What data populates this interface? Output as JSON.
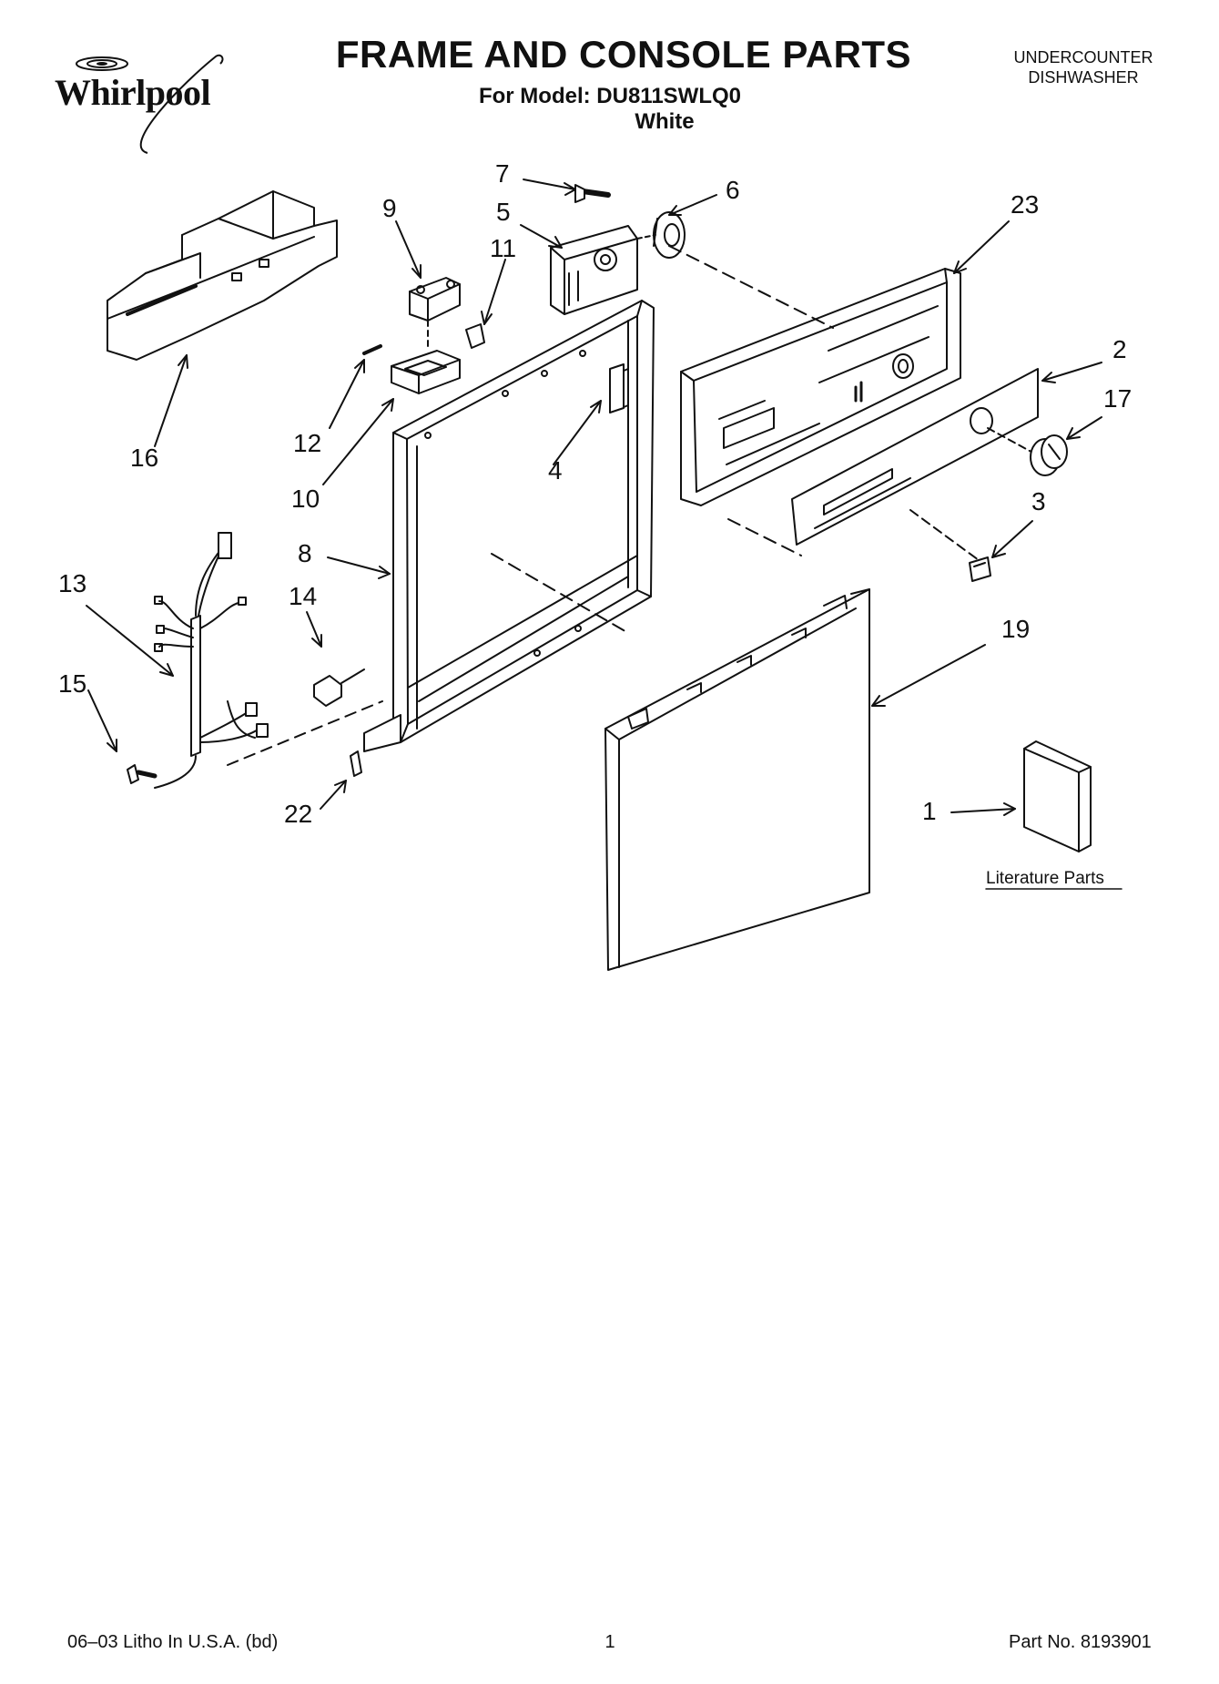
{
  "header": {
    "brand": "Whirlpool",
    "title": "FRAME AND CONSOLE PARTS",
    "model_line": "For Model: DU811SWLQ0",
    "color": "White",
    "appliance_line1": "UNDERCOUNTER",
    "appliance_line2": "DISHWASHER"
  },
  "callouts": {
    "c1": "1",
    "c2": "2",
    "c3": "3",
    "c4": "4",
    "c5": "5",
    "c6": "6",
    "c7": "7",
    "c8": "8",
    "c9": "9",
    "c10": "10",
    "c11": "11",
    "c12": "12",
    "c13": "13",
    "c14": "14",
    "c15": "15",
    "c16": "16",
    "c17": "17",
    "c19": "19",
    "c22": "22",
    "c23": "23"
  },
  "literature_label": "Literature Parts",
  "footer": {
    "left": "06–03 Litho In U.S.A. (bd)",
    "page": "1",
    "part_no": "Part No. 8193901"
  },
  "colors": {
    "line": "#111111",
    "background": "#ffffff"
  }
}
